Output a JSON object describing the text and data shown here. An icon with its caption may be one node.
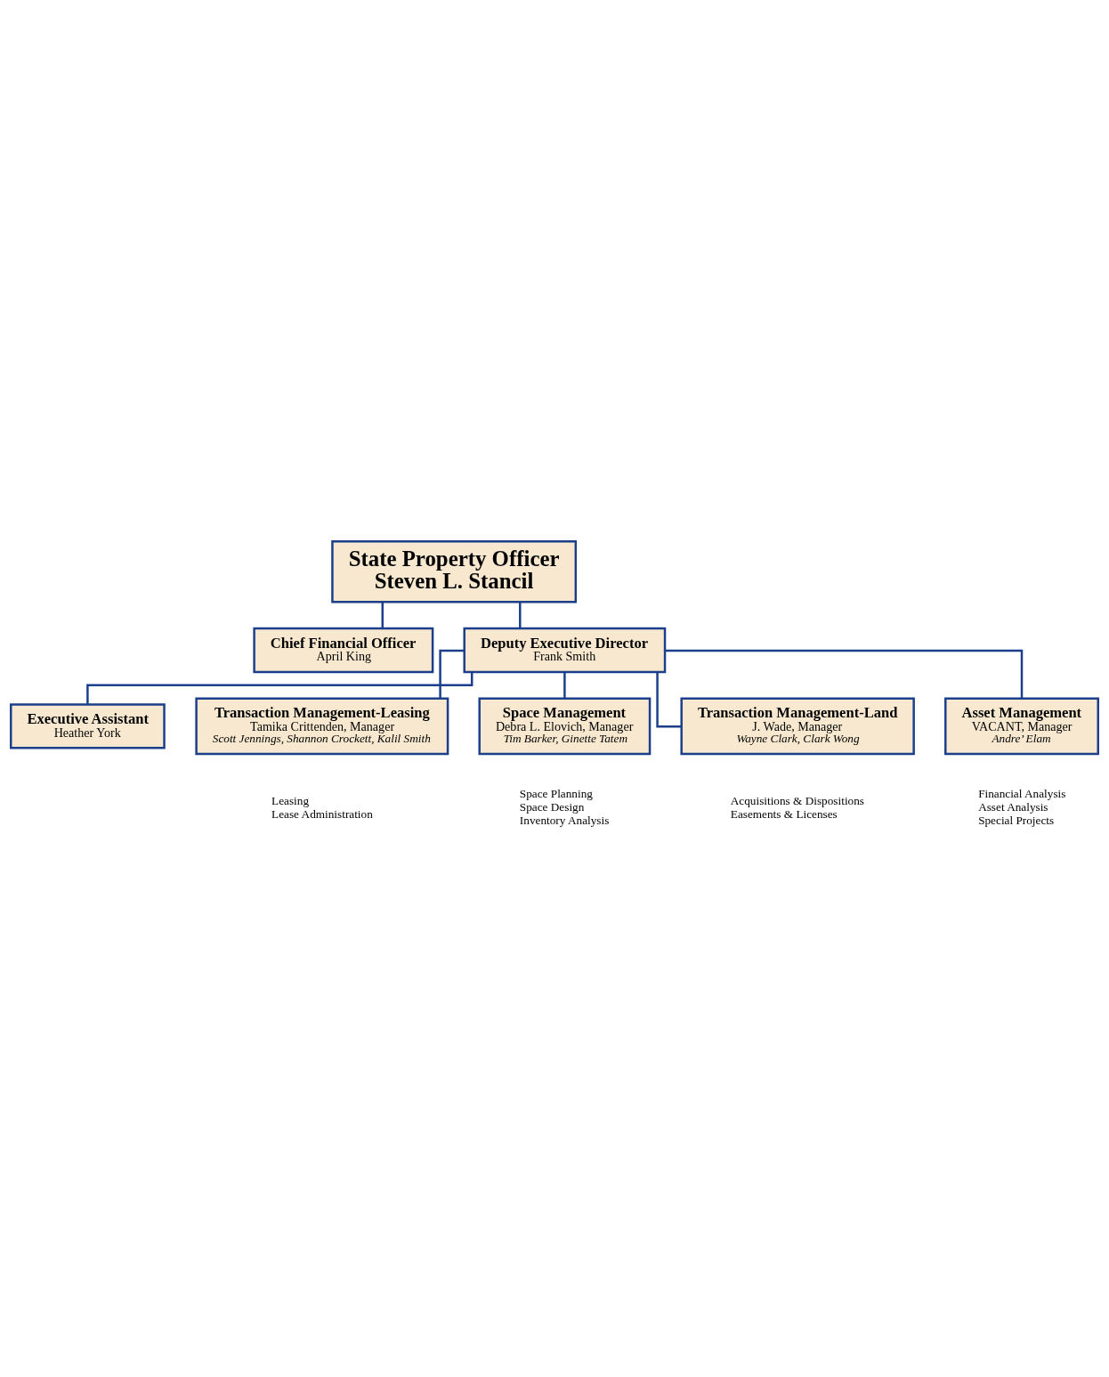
{
  "diagram": {
    "nodes": [
      {
        "text": [
          "State Property Officer",
          "Steven L. Stancil"
        ]
      },
      {
        "text": [
          "Chief Financial Officer",
          "April King"
        ]
      },
      {
        "text": [
          "Deputy Executive Director",
          "Frank Smith"
        ]
      },
      {
        "text": [
          "Executive Assistant",
          "Heather York"
        ]
      },
      {
        "text": [
          "Transaction Management-Leasing",
          "Tamika Crittenden, Manager",
          "Scott Jennings, Shannon Crockett, Kalil Smith"
        ],
        "beside": [
          "Leasing",
          "Lease Administration"
        ]
      },
      {
        "text": [
          "Space Management",
          "Debra L. Elovich, Manager",
          "Tim Barker, Ginette Tatem"
        ],
        "beside": [
          "Space Planning",
          "Space Design",
          "Inventory Analysis"
        ]
      },
      {
        "text": [
          "Transaction Management-Land",
          "J. Wade, Manager",
          "Wayne Clark, Clark Wong"
        ],
        "beside": [
          "Acquisitions & Dispositions",
          "Easements & Licenses"
        ]
      },
      {
        "text": [
          "Asset Management",
          "VACANT, Manager",
          "Andre’ Elam"
        ],
        "beside": [
          "Financial Analysis",
          "Asset Analysis",
          "Special Projects"
        ]
      }
    ],
    "edges": [
      {
        "from": 0,
        "to": 1,
        "arrow": "none"
      },
      {
        "from": 0,
        "to": 2,
        "arrow": "none"
      },
      {
        "from": 2,
        "to": 3,
        "arrow": "none"
      },
      {
        "from": 2,
        "to": 4,
        "arrow": "none"
      },
      {
        "from": 2,
        "to": 5,
        "arrow": "none"
      },
      {
        "from": 2,
        "to": 6,
        "arrow": "none"
      },
      {
        "from": 2,
        "to": 7,
        "arrow": "none"
      }
    ]
  }
}
